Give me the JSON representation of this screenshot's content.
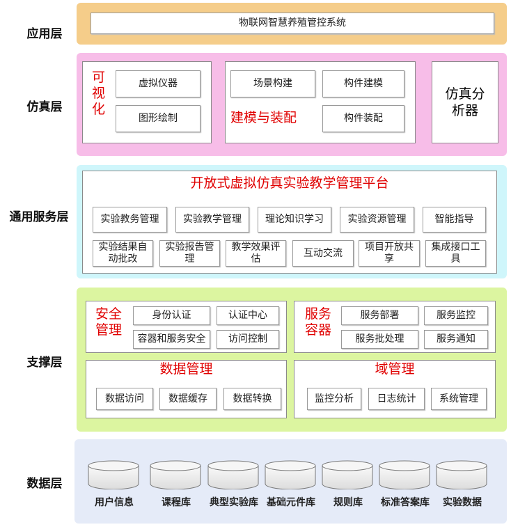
{
  "layers": {
    "app": "应用层",
    "sim": "仿真层",
    "service": "通用服务层",
    "support": "支撑层",
    "data": "数据层"
  },
  "app": {
    "system": "物联网智慧养殖管控系统"
  },
  "sim": {
    "visual_title": "可视化",
    "visual_items": [
      "虚拟仪器",
      "图形绘制"
    ],
    "model_title": "建模与装配",
    "model_items": [
      "场景构建",
      "构件建模",
      "构件装配"
    ],
    "analyzer": "仿真分析器"
  },
  "service": {
    "title": "开放式虚拟仿真实验教学管理平台",
    "row1": [
      "实验教务管理",
      "实验教学管理",
      "理论知识学习",
      "实验资源管理",
      "智能指导"
    ],
    "row2": [
      "实验结果自动批改",
      "实验报告管理",
      "教学效果评估",
      "互动交流",
      "项目开放共享",
      "集成接口工具"
    ]
  },
  "support": {
    "security_title": "安全管理",
    "security_items": [
      "身份认证",
      "认证中心",
      "容器和服务安全",
      "访问控制"
    ],
    "container_title": "服务容器",
    "container_items": [
      "服务部署",
      "服务监控",
      "服务批处理",
      "服务通知"
    ],
    "data_title": "数据管理",
    "data_items": [
      "数据访问",
      "数据缓存",
      "数据转换"
    ],
    "domain_title": "域管理",
    "domain_items": [
      "监控分析",
      "日志统计",
      "系统管理"
    ]
  },
  "data": {
    "stores": [
      "用户信息",
      "课程库",
      "典型实验库",
      "基础元件库",
      "规则库",
      "标准答案库",
      "实验数据"
    ]
  }
}
